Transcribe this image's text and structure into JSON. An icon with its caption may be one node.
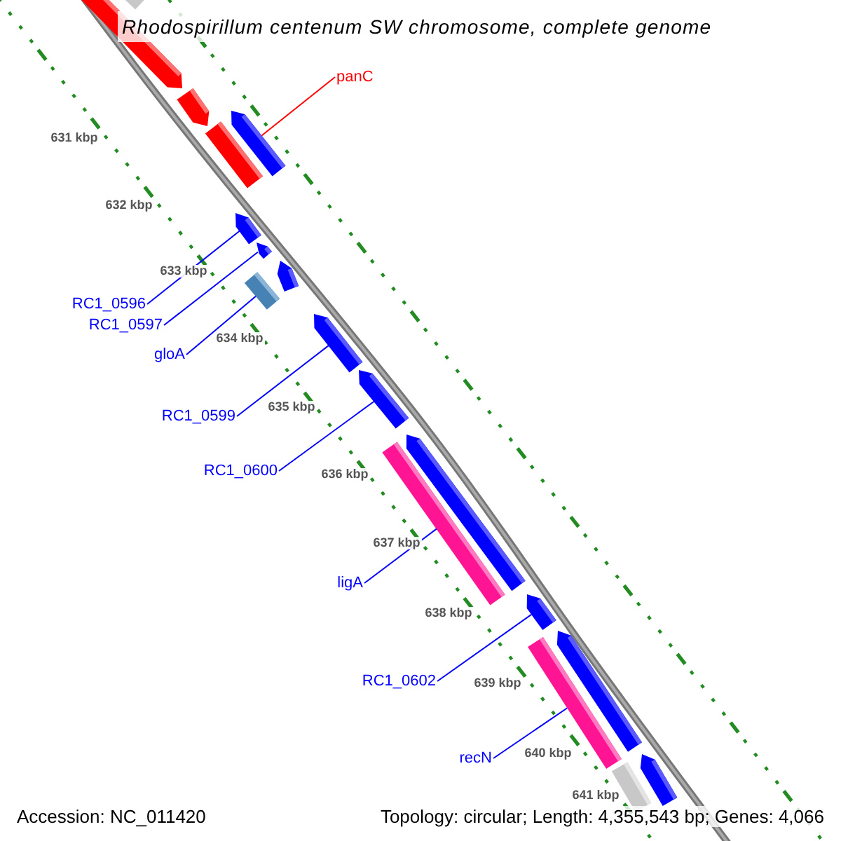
{
  "diagram": {
    "title": "Rhodospirillum centenum SW chromosome, complete genome",
    "nodes": [
      {
        "text": [],
        "shape": "arrow"
      },
      {
        "text": [],
        "shape": "bar"
      },
      {
        "text": [],
        "shape": "arrow"
      },
      {
        "text": [],
        "shape": "bar"
      },
      {
        "text": [],
        "shape": "arrow"
      },
      {
        "text": [],
        "shape": "arrow"
      },
      {
        "text": [],
        "shape": "arrow"
      },
      {
        "text": [],
        "shape": "arrow"
      },
      {
        "text": [],
        "shape": "bar"
      },
      {
        "text": [],
        "shape": "arrow"
      },
      {
        "text": [],
        "shape": "arrow"
      },
      {
        "text": [],
        "shape": "arrow"
      },
      {
        "text": [],
        "shape": "bar"
      },
      {
        "text": [],
        "shape": "arrow"
      },
      {
        "text": [],
        "shape": "arrow"
      },
      {
        "text": [],
        "shape": "bar"
      },
      {
        "text": [],
        "shape": "bar"
      },
      {
        "text": [],
        "shape": "arrow"
      },
      {
        "text": [
          "panC"
        ]
      },
      {
        "text": [
          "RC1_0596"
        ]
      },
      {
        "text": [
          "RC1_0597"
        ]
      },
      {
        "text": [
          "gloA"
        ]
      },
      {
        "text": [
          "RC1_0599"
        ]
      },
      {
        "text": [
          "RC1_0600"
        ]
      },
      {
        "text": [
          "ligA"
        ]
      },
      {
        "text": [
          "RC1_0602"
        ]
      },
      {
        "text": [
          "recN"
        ]
      }
    ],
    "edges": [
      {
        "from": 18,
        "to": 4,
        "arrow": "none",
        "color": "#ff0000"
      },
      {
        "from": 19,
        "to": 5,
        "arrow": "none"
      },
      {
        "from": 20,
        "to": 6,
        "arrow": "none"
      },
      {
        "from": 21,
        "to": 8,
        "arrow": "none"
      },
      {
        "from": 22,
        "to": 9,
        "arrow": "none"
      },
      {
        "from": 23,
        "to": 10,
        "arrow": "none"
      },
      {
        "from": 24,
        "to": 12,
        "arrow": "none"
      },
      {
        "from": 25,
        "to": 13,
        "arrow": "none"
      },
      {
        "from": 26,
        "to": 15,
        "arrow": "none"
      }
    ],
    "labels": [
      "631 kbp",
      "632 kbp",
      "633 kbp",
      "634 kbp",
      "635 kbp",
      "636 kbp",
      "637 kbp",
      "638 kbp",
      "639 kbp",
      "640 kbp",
      "641 kbp",
      "Accession: NC_011420",
      "Topology: circular; Length: 4,355,543 bp; Genes: 4,066"
    ]
  }
}
